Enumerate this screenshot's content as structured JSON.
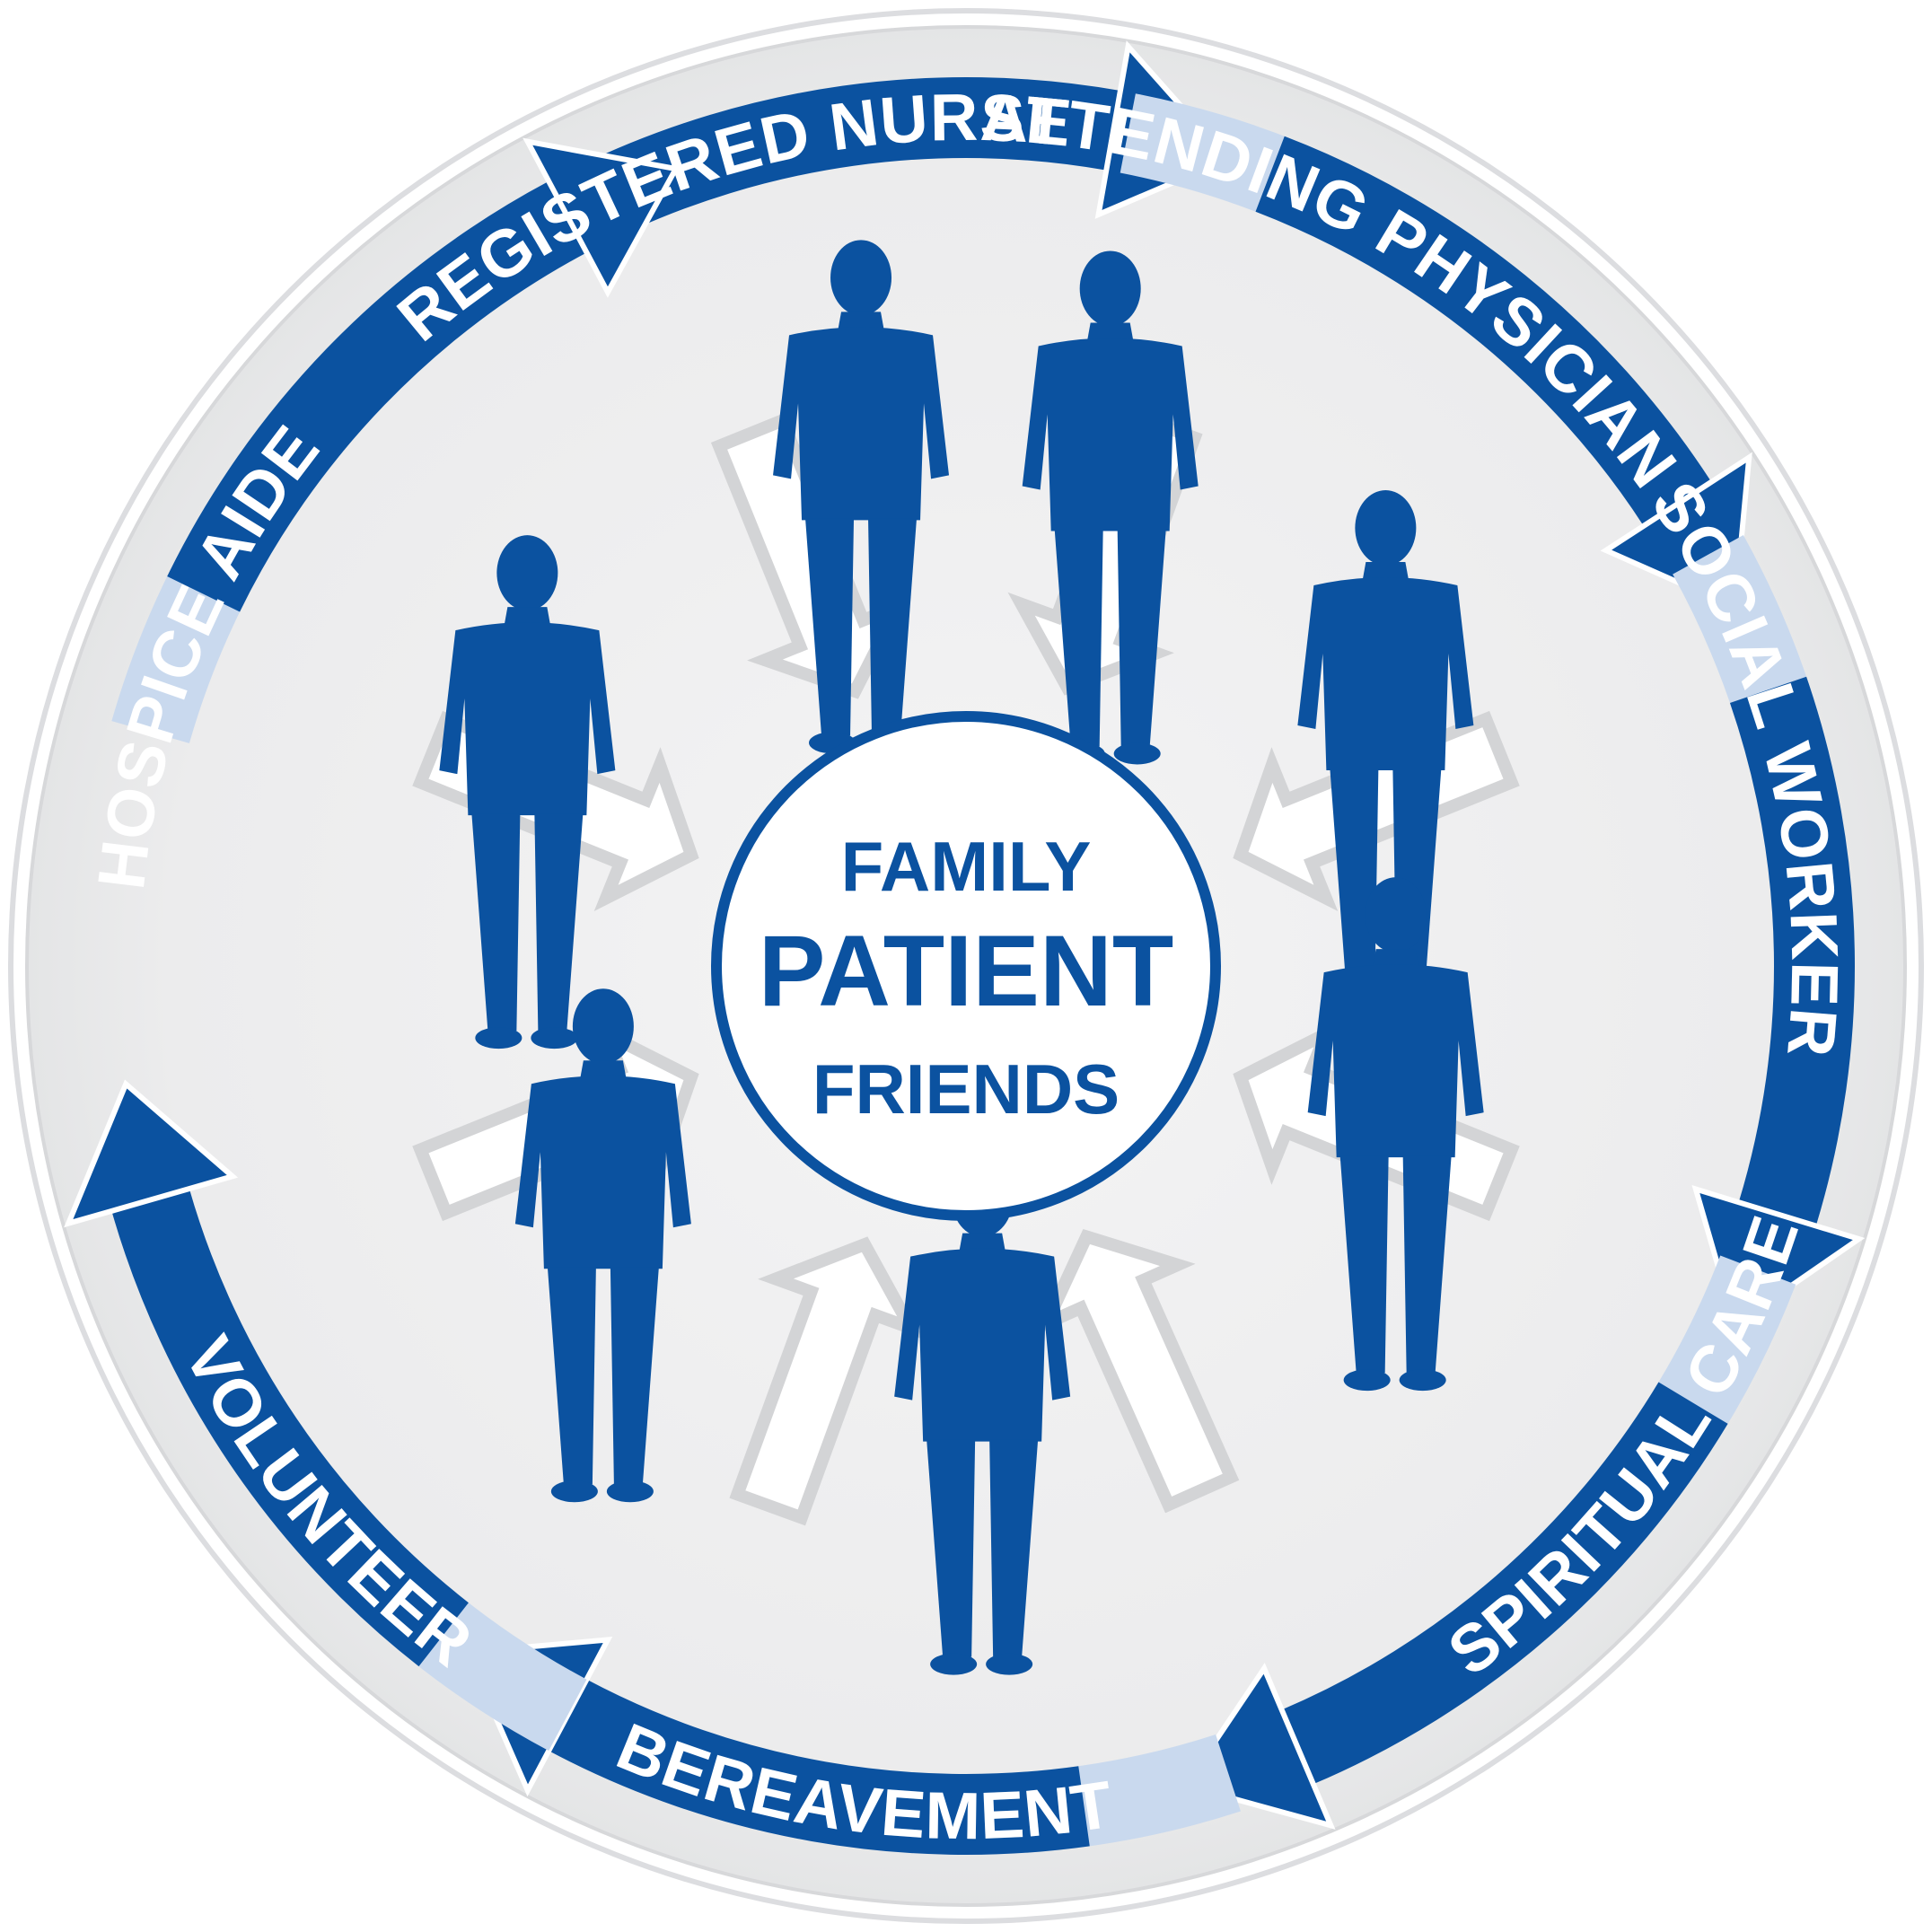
{
  "center": {
    "line1": "FAMILY",
    "line2": "PATIENT",
    "line3": "FRIENDS"
  },
  "roles": [
    {
      "label": "REGISTERED NURSE",
      "icon": "nurse-silhouette-icon"
    },
    {
      "label": "ATTENDING PHYSICIAN",
      "icon": "physician-silhouette-icon"
    },
    {
      "label": "SOCIAL WORKER",
      "icon": "social-worker-silhouette-icon"
    },
    {
      "label": "SPIRITUAL CARE",
      "icon": "chaplain-silhouette-icon"
    },
    {
      "label": "BEREAVEMENT",
      "icon": "bereavement-counselor-silhouette-icon"
    },
    {
      "label": "VOLUNTEER",
      "icon": "volunteer-silhouette-icon"
    },
    {
      "label": "HOSPICE AIDE",
      "icon": "hospice-aide-silhouette-icon"
    }
  ],
  "colors": {
    "primary_blue": "#0b52a0",
    "light_blue": "#c9d9ee",
    "disc_gray": "#ededee",
    "inner_arrow_gray": "#d2d3d5",
    "white": "#ffffff"
  }
}
